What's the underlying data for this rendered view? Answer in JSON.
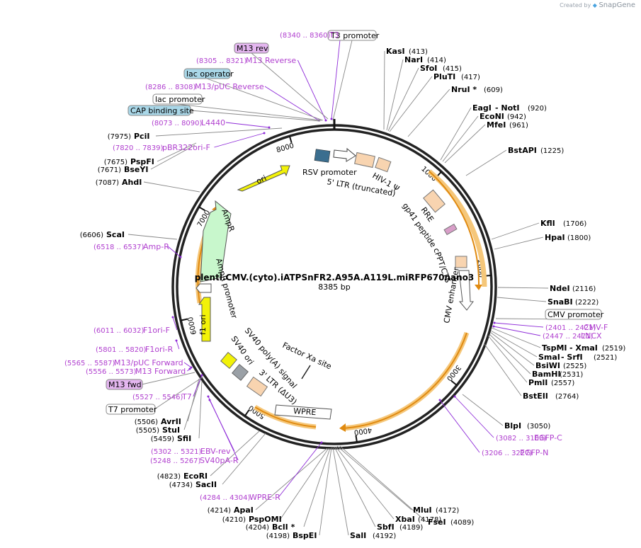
{
  "brand": {
    "prefix": "Created by",
    "name": "SnapGene",
    "logo_icon": "snapgene-logo-icon"
  },
  "plasmid": {
    "name": "plenti.CMV.(cyto).iATPSnFR2.A95A.A119L.miRFP670nano3",
    "size_label": "8385 bp",
    "length": 8385
  },
  "colors": {
    "enzyme": "#000000",
    "primer": "#b03fcf",
    "primer_bind_site": "#8e2bd8",
    "feature_line": "#888888",
    "origin": "#f2f208",
    "ampr": "#c8f7cc",
    "orf_highlight": "#f5c77a",
    "orf_arrow": "#e08a10",
    "ltr": "#f8d4b0"
  },
  "tick_labels": [
    {
      "bp": 1000,
      "text": "1000"
    },
    {
      "bp": 2000,
      "text": "2000"
    },
    {
      "bp": 3000,
      "text": "3000"
    },
    {
      "bp": 4000,
      "text": "4000"
    },
    {
      "bp": 5000,
      "text": "5000"
    },
    {
      "bp": 6000,
      "text": "6000"
    },
    {
      "bp": 7000,
      "text": "7000"
    },
    {
      "bp": 8000,
      "text": "8000"
    }
  ],
  "enzymes": [
    {
      "name": "KasI",
      "pos": "(413)"
    },
    {
      "name": "NarI",
      "pos": "(414)"
    },
    {
      "name": "SfoI",
      "pos": "(415)"
    },
    {
      "name": "PluTI",
      "pos": "(417)"
    },
    {
      "name": "NruI *",
      "pos": "(609)"
    },
    {
      "name": "EagI",
      "pos": "(920)",
      "extra": "- NotI"
    },
    {
      "name": "EcoNI",
      "pos": "(942)"
    },
    {
      "name": "MfeI",
      "pos": "(961)"
    },
    {
      "name": "BstAPI",
      "pos": "(1225)"
    },
    {
      "name": "KflI",
      "pos": "(1706)"
    },
    {
      "name": "HpaI",
      "pos": "(1800)"
    },
    {
      "name": "NdeI",
      "pos": "(2116)"
    },
    {
      "name": "SnaBI",
      "pos": "(2222)"
    },
    {
      "name": "TspMI",
      "pos": "(2519)",
      "extra": "- XmaI"
    },
    {
      "name": "SmaI",
      "pos": "(2521)",
      "extra": "- SrfI"
    },
    {
      "name": "BsiWI",
      "pos": "(2525)"
    },
    {
      "name": "BamHI",
      "pos": "(2531)"
    },
    {
      "name": "PmlI",
      "pos": "(2557)"
    },
    {
      "name": "BstEII",
      "pos": "(2764)"
    },
    {
      "name": "BlpI",
      "pos": "(3050)"
    },
    {
      "name": "FseI",
      "pos": "(4089)"
    },
    {
      "name": "MluI",
      "pos": "(4172)"
    },
    {
      "name": "XbaI",
      "pos": "(4178)"
    },
    {
      "name": "SbfI",
      "pos": "(4189)"
    },
    {
      "name": "SalI",
      "pos": "(4192)"
    },
    {
      "name": "BspEI",
      "pos": "(4198)"
    },
    {
      "name": "BclI *",
      "pos": "(4204)"
    },
    {
      "name": "PspOMI",
      "pos": "(4210)"
    },
    {
      "name": "ApaI",
      "pos": "(4214)"
    },
    {
      "name": "SacII",
      "pos": "(4734)"
    },
    {
      "name": "EcoRI",
      "pos": "(4823)"
    },
    {
      "name": "SfiI",
      "pos": "(5459)"
    },
    {
      "name": "StuI",
      "pos": "(5505)"
    },
    {
      "name": "AvrII",
      "pos": "(5506)"
    },
    {
      "name": "AhdI",
      "pos": "(7087)"
    },
    {
      "name": "BseYI",
      "pos": "(7671)"
    },
    {
      "name": "PspFI",
      "pos": "(7675)"
    },
    {
      "name": "PciI",
      "pos": "(7975)"
    },
    {
      "name": "ScaI",
      "pos": "(6606)"
    }
  ],
  "primers": [
    {
      "name": "T3",
      "range": "(8340 .. 8360)"
    },
    {
      "name": "M13 Reverse",
      "range": "(8305 .. 8321)"
    },
    {
      "name": "M13/pUC Reverse",
      "range": "(8286 .. 8308)"
    },
    {
      "name": "L4440",
      "range": "(8073 .. 8090)"
    },
    {
      "name": "pBR322ori-F",
      "range": "(7820 .. 7839)"
    },
    {
      "name": "Amp-R",
      "range": "(6518 .. 6537)"
    },
    {
      "name": "F1ori-F",
      "range": "(6011 .. 6032)"
    },
    {
      "name": "F1ori-R",
      "range": "(5801 .. 5820)"
    },
    {
      "name": "M13/pUC Forward",
      "range": "(5565 .. 5587)"
    },
    {
      "name": "M13 Forward",
      "range": "(5556 .. 5573)"
    },
    {
      "name": "T7",
      "range": "(5527 .. 5546)"
    },
    {
      "name": "EBV-rev",
      "range": "(5302 .. 5321)"
    },
    {
      "name": "SV40pA-R",
      "range": "(5248 .. 5267)"
    },
    {
      "name": "WPRE-R",
      "range": "(4284 .. 4304)"
    },
    {
      "name": "CMV-F",
      "range": "(2401 .. 2421)"
    },
    {
      "name": "LNCX",
      "range": "(2447 .. 2471)"
    },
    {
      "name": "EGFP-C",
      "range": "(3082 .. 3103)"
    },
    {
      "name": "EGFP-N",
      "range": "(3206 .. 3227)"
    }
  ],
  "feature_boxes": {
    "t3_promoter": "T3 promoter",
    "m13_rev": "M13 rev",
    "lac_operator": "lac operator",
    "lac_promoter": "lac promoter",
    "cap_binding_site": "CAP binding site",
    "cmv_promoter": "CMV promoter",
    "m13_fwd": "M13 fwd",
    "t7_promoter": "T7 promoter"
  },
  "inner_features": {
    "rsv_promoter": "RSV promoter",
    "ltr5": "5' LTR (truncated)",
    "hiv_psi": "HIV-1 Ψ",
    "rre": "RRE",
    "gp41": "gp41 peptide",
    "cppt": "cPPT/CTS",
    "cmv_enhancer": "CMV enhancer",
    "factor_xa": "Factor Xa site",
    "wpre": "WPRE",
    "ltr3": "3' LTR (ΔU3)",
    "sv40_polya": "SV40 poly(A) signal",
    "sv40_ori": "SV40 ori",
    "f1_ori": "f1 ori",
    "ampr_promoter": "AmpR promoter",
    "ampr": "AmpR",
    "ori": "ori"
  }
}
